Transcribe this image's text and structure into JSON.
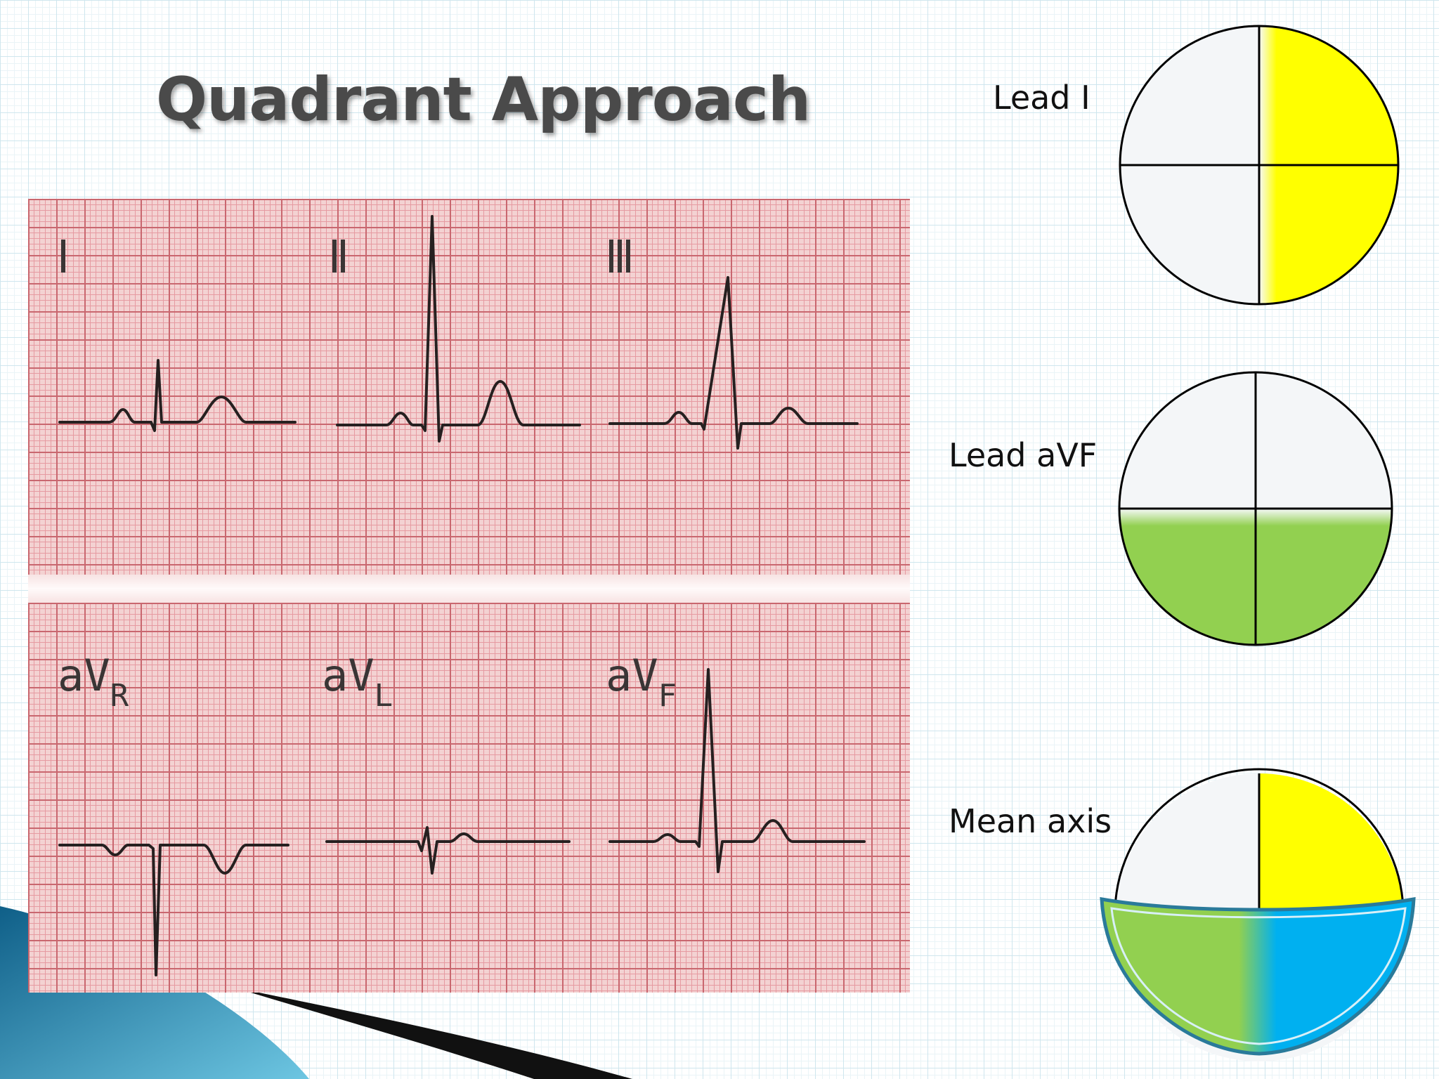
{
  "slide": {
    "title": "Quadrant Approach"
  },
  "axis_circles": [
    {
      "label": "Lead I",
      "highlight": "right half",
      "color": "#ffff00"
    },
    {
      "label": "Lead aVF",
      "highlight": "bottom half",
      "color": "#92d050"
    },
    {
      "label": "Mean axis",
      "highlight": "bottom-right quadrant",
      "colors": [
        "#ffff00",
        "#92d050",
        "#00b0f0"
      ]
    }
  ],
  "ecg": {
    "lead_labels_top": [
      "I",
      "II",
      "III"
    ],
    "lead_labels_bottom": [
      {
        "base": "aV",
        "sub": "R"
      },
      {
        "base": "aV",
        "sub": "L"
      },
      {
        "base": "aV",
        "sub": "F"
      }
    ]
  },
  "colors": {
    "ecg_paper": "#f3d2d2",
    "ecg_grid": "#c9676f",
    "yellow": "#ffff00",
    "green": "#92d050",
    "blue": "#00b0f0",
    "title_text": "#4a4a4a"
  }
}
